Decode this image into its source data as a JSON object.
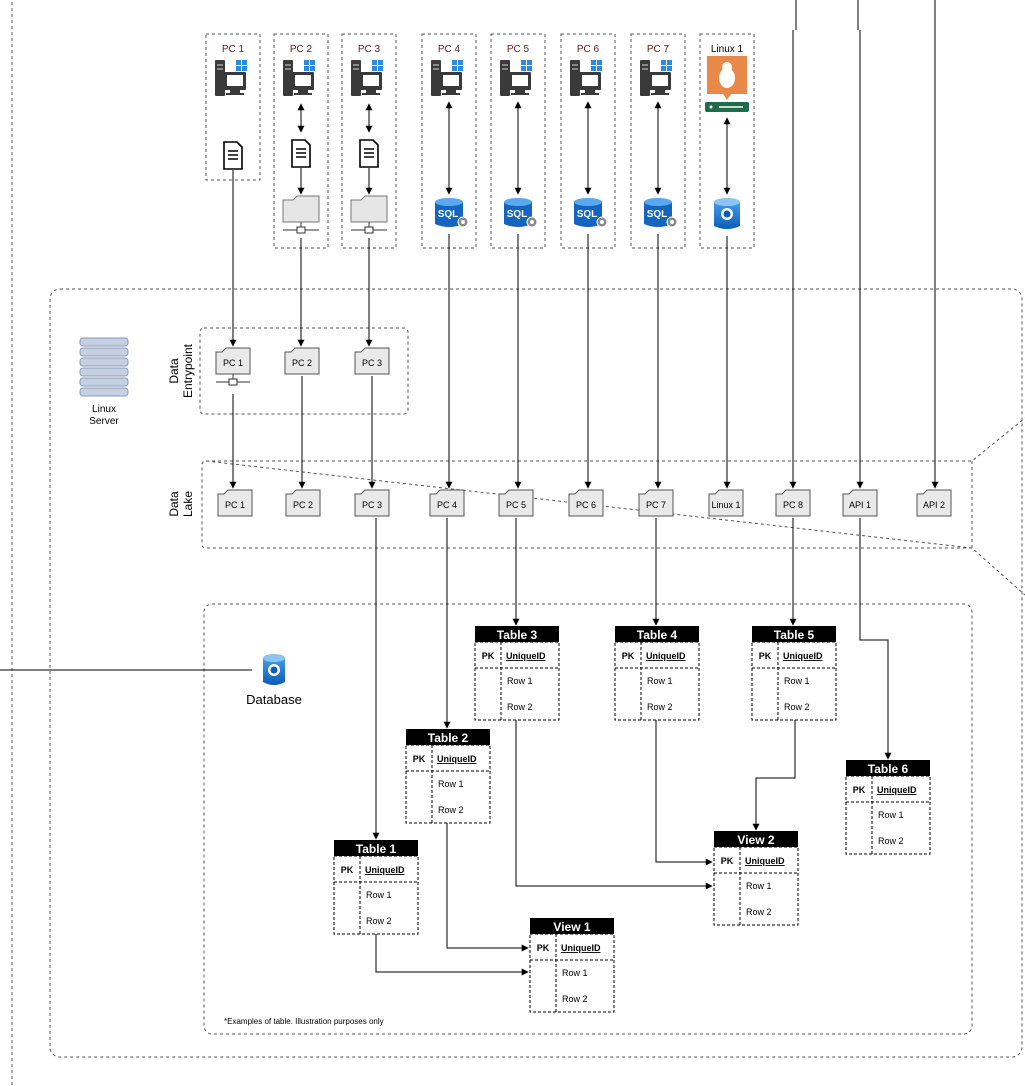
{
  "pcs": [
    {
      "label": "PC 1",
      "os": "windows",
      "storage": "document"
    },
    {
      "label": "PC 2",
      "os": "windows",
      "storage": "document-share"
    },
    {
      "label": "PC 3",
      "os": "windows",
      "storage": "document-share"
    },
    {
      "label": "PC 4",
      "os": "windows",
      "storage": "sql"
    },
    {
      "label": "PC 5",
      "os": "windows",
      "storage": "sql"
    },
    {
      "label": "PC 6",
      "os": "windows",
      "storage": "sql"
    },
    {
      "label": "PC 7",
      "os": "windows",
      "storage": "sql"
    },
    {
      "label": "Linux 1",
      "os": "linux",
      "storage": "postgres"
    }
  ],
  "server": {
    "label_line1": "Linux",
    "label_line2": "Server",
    "icon": "linux-server-icon"
  },
  "entrypoint": {
    "label_line1": "Data",
    "label_line2": "Entrypoint",
    "folders": [
      "PC 1",
      "PC 2",
      "PC 3"
    ]
  },
  "lake": {
    "label_line1": "Data",
    "label_line2": "Lake",
    "folders": [
      "PC 1",
      "PC 2",
      "PC 3",
      "PC 4",
      "PC 5",
      "PC 6",
      "PC 7",
      "Linux 1",
      "PC 8",
      "API 1",
      "API 2"
    ]
  },
  "database": {
    "label": "Database",
    "icon": "postgres-icon"
  },
  "table_header": {
    "pk": "PK",
    "key": "UniqueID"
  },
  "tables": [
    {
      "title": "Table 1",
      "rows": [
        "Row 1",
        "Row 2"
      ]
    },
    {
      "title": "Table 2",
      "rows": [
        "Row 1",
        "Row 2"
      ]
    },
    {
      "title": "Table 3",
      "rows": [
        "Row 1",
        "Row 2"
      ]
    },
    {
      "title": "Table 4",
      "rows": [
        "Row 1",
        "Row 2"
      ]
    },
    {
      "title": "Table 5",
      "rows": [
        "Row 1",
        "Row 2"
      ]
    },
    {
      "title": "Table 6",
      "rows": [
        "Row 1",
        "Row 2"
      ]
    },
    {
      "title": "View 1",
      "rows": [
        "Row 1",
        "Row 2"
      ]
    },
    {
      "title": "View 2",
      "rows": [
        "Row 1",
        "Row 2"
      ]
    }
  ],
  "footnote": "*Examples of table. Illustration purposes only",
  "colors": {
    "pc_label": "#5a1e1e",
    "sql_blue": "#1565c0",
    "linux_orange": "#e8894a",
    "linux_green": "#1f6b4a",
    "folder_fill": "#e9e9e9"
  }
}
